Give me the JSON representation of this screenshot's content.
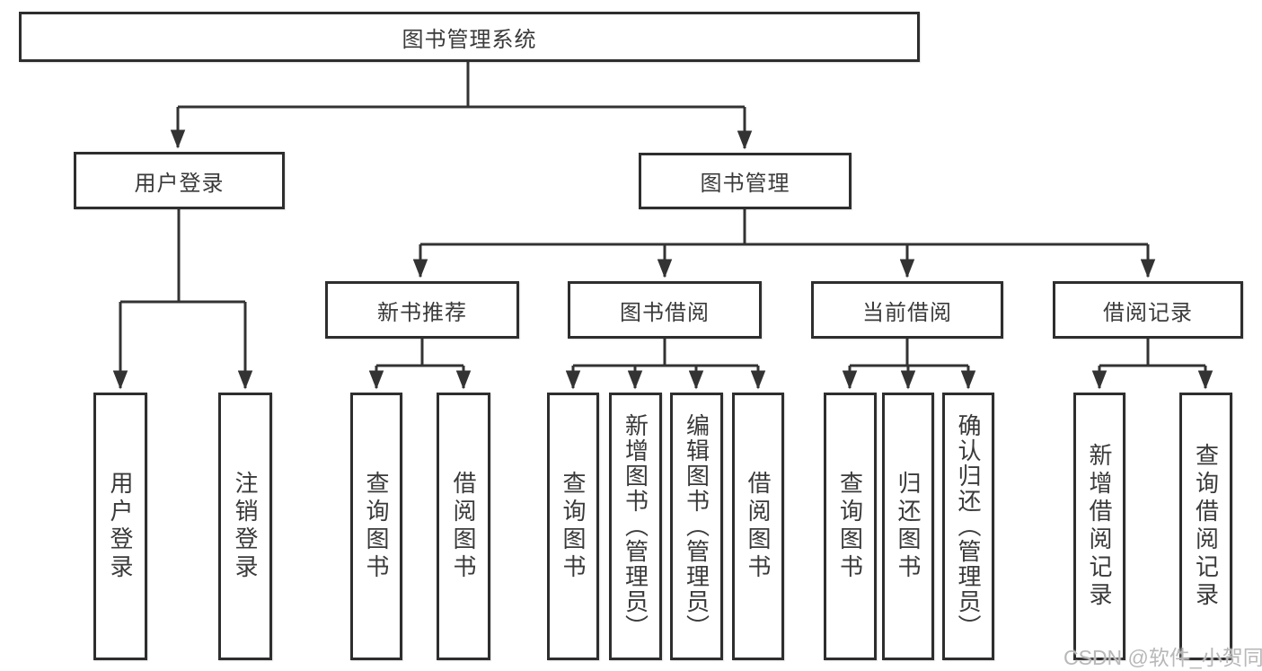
{
  "diagram": {
    "type": "hierarchy-tree",
    "nodes": {
      "root": "图书管理系统",
      "user_login": "用户登录",
      "book_mgmt": "图书管理",
      "new_book": "新书推荐",
      "book_borrow": "图书借阅",
      "current_borrow": "当前借阅",
      "borrow_record": "借阅记录",
      "leaf_user_login": "用户登录",
      "leaf_logout": "注销登录",
      "leaf_query_book_1": "查询图书",
      "leaf_borrow_book_1": "借阅图书",
      "leaf_query_book_2": "查询图书",
      "leaf_add_book_admin": "新增图书（管理员）",
      "leaf_edit_book_admin": "编辑图书（管理员）",
      "leaf_borrow_book_2": "借阅图书",
      "leaf_query_book_3": "查询图书",
      "leaf_return_book": "归还图书",
      "leaf_confirm_return_admin": "确认归还（管理员）",
      "leaf_add_borrow_record": "新增借阅记录",
      "leaf_query_borrow_record": "查询借阅记录"
    },
    "edges": [
      "图书管理系统→用户登录",
      "图书管理系统→图书管理",
      "用户登录→用户登录",
      "用户登录→注销登录",
      "图书管理→新书推荐",
      "图书管理→图书借阅",
      "图书管理→当前借阅",
      "图书管理→借阅记录",
      "新书推荐→查询图书",
      "新书推荐→借阅图书",
      "图书借阅→查询图书",
      "图书借阅→新增图书（管理员）",
      "图书借阅→编辑图书（管理员）",
      "图书借阅→借阅图书",
      "当前借阅→查询图书",
      "当前借阅→归还图书",
      "当前借阅→确认归还（管理员）",
      "借阅记录→新增借阅记录",
      "借阅记录→查询借阅记录"
    ]
  },
  "watermark": "CSDN @软件_小贺同学",
  "colors": {
    "line": "#333333",
    "border": "#2e2e2e",
    "text": "#3a3a3a",
    "background": "#ffffff",
    "watermark": "#b8b8b8"
  }
}
